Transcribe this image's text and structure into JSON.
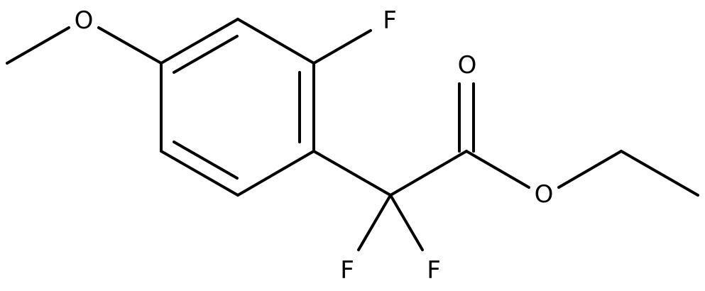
{
  "molecule": {
    "atoms": {
      "o_methoxy": "O",
      "f_ring": "F",
      "o_carbonyl": "O",
      "o_ester": "O",
      "f_left": "F",
      "f_right": "F"
    }
  },
  "colors": {
    "bond": "#000000",
    "text": "#000000",
    "background": "#ffffff"
  }
}
